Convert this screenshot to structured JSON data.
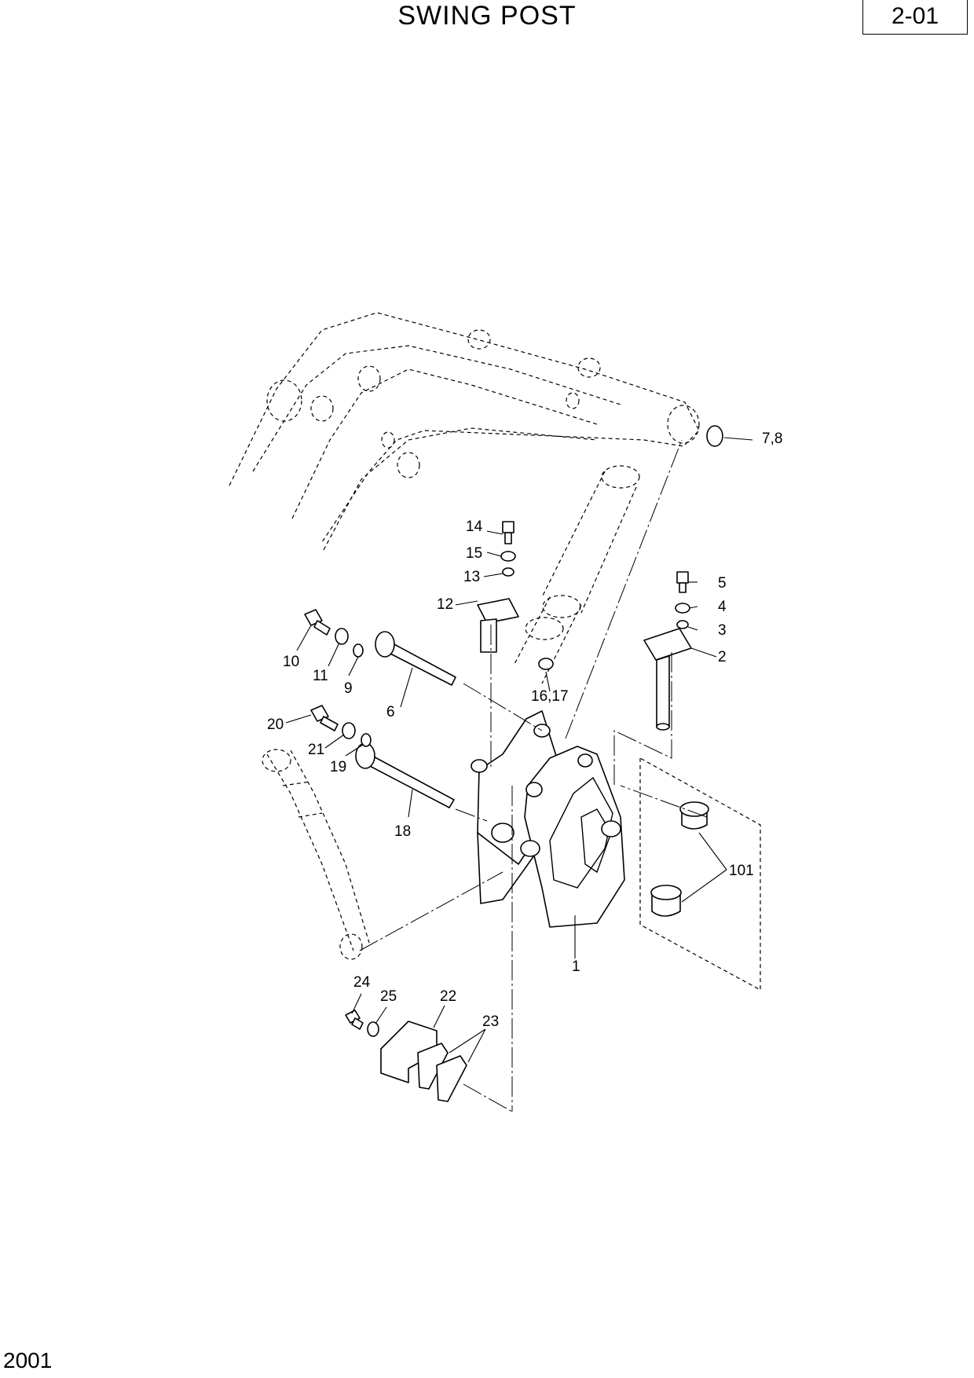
{
  "header": {
    "title": "SWING POST",
    "page_number": "2-01"
  },
  "footer": {
    "doc_code": "2001"
  },
  "callouts": {
    "c1": "1",
    "c2": "2",
    "c3": "3",
    "c4": "4",
    "c5": "5",
    "c6": "6",
    "c7_8": "7,8",
    "c9": "9",
    "c10": "10",
    "c11": "11",
    "c12": "12",
    "c13": "13",
    "c14": "14",
    "c15": "15",
    "c16_17": "16,17",
    "c18": "18",
    "c19": "19",
    "c20": "20",
    "c21": "21",
    "c22": "22",
    "c23": "23",
    "c24": "24",
    "c25": "25",
    "c101": "101"
  }
}
